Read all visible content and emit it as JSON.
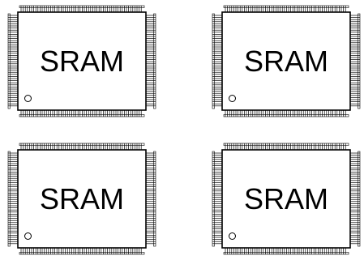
{
  "colors": {
    "outline": "#000000",
    "background": "#ffffff",
    "pins": "#000000"
  },
  "chips": [
    {
      "label": "SRAM",
      "pin1_marker": "circle"
    },
    {
      "label": "SRAM",
      "pin1_marker": "circle"
    },
    {
      "label": "SRAM",
      "pin1_marker": "circle"
    },
    {
      "label": "SRAM",
      "pin1_marker": "circle"
    }
  ]
}
